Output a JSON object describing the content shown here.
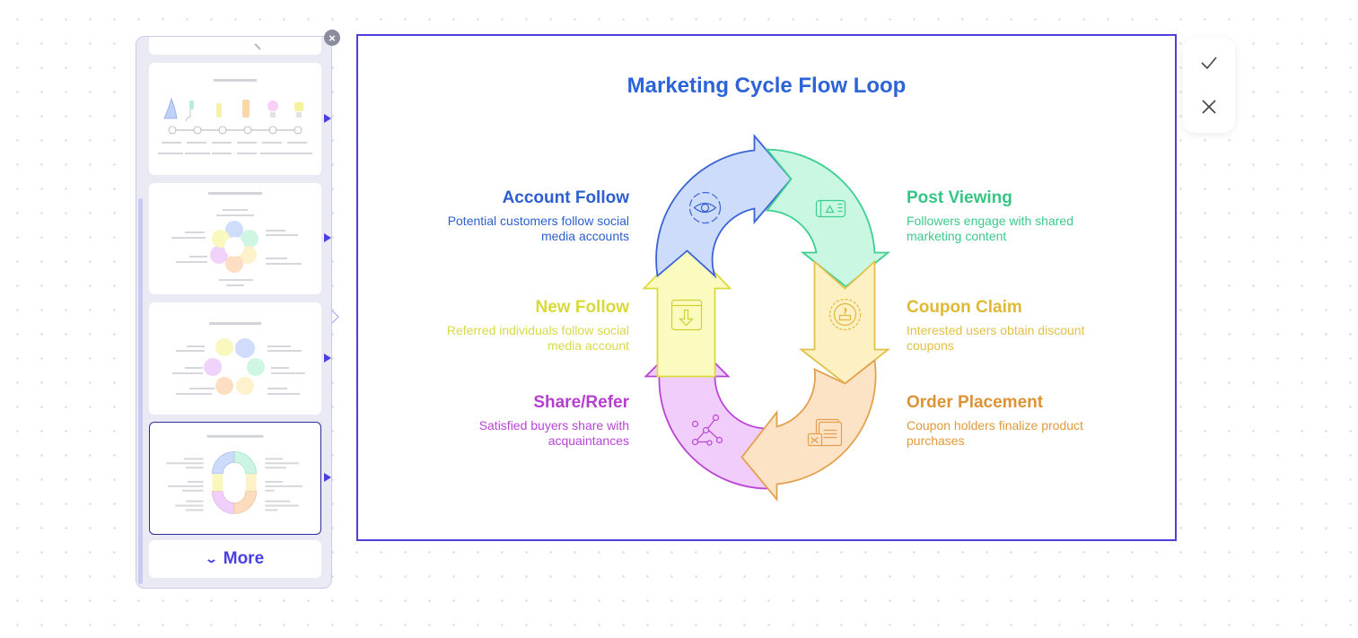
{
  "slides_panel": {
    "close_label": "×",
    "more_label": "More",
    "more_icon": "chevron-down-icon",
    "thumbnails": [
      {
        "name": "slide-partial-top",
        "selected": false
      },
      {
        "name": "slide-timeline-lamps",
        "selected": false
      },
      {
        "name": "slide-hexagon-cycle",
        "selected": false
      },
      {
        "name": "slide-ring-cycle",
        "selected": false
      },
      {
        "name": "slide-marketing-loop",
        "selected": true
      }
    ]
  },
  "canvas": {
    "title": "Marketing Cycle Flow Loop",
    "steps": [
      {
        "id": "account-follow",
        "title": "Account Follow",
        "desc_line1": "Potential customers follow social",
        "desc_line2": "media accounts",
        "icon": "eye-icon",
        "side": "left",
        "color": "#2d5fcf",
        "fill": "#cddcfb",
        "stroke": "#3b63d4"
      },
      {
        "id": "post-viewing",
        "title": "Post Viewing",
        "desc_line1": "Followers engage with shared",
        "desc_line2": "marketing content",
        "icon": "ticket-icon",
        "side": "right",
        "color": "#3cc98a",
        "fill": "#c9f7e2",
        "stroke": "#3ccf8e"
      },
      {
        "id": "new-follow",
        "title": "New Follow",
        "desc_line1": "Referred individuals follow social",
        "desc_line2": "media account",
        "icon": "download-window-icon",
        "side": "left",
        "color": "#d8d93a",
        "fill": "#fbfbbf",
        "stroke": "#dadb3e"
      },
      {
        "id": "coupon-claim",
        "title": "Coupon Claim",
        "desc_line1": "Interested users obtain discount",
        "desc_line2": "coupons",
        "icon": "coupon-badge-icon",
        "side": "right",
        "color": "#e0bb3a",
        "fill": "#fdf0c2",
        "stroke": "#e1c04c"
      },
      {
        "id": "share-refer",
        "title": "Share/Refer",
        "desc_line1": "Satisfied buyers share with",
        "desc_line2": "acquaintances",
        "icon": "share-network-icon",
        "side": "left",
        "color": "#b43fcf",
        "fill": "#f1cdfb",
        "stroke": "#b845d6"
      },
      {
        "id": "order-placement",
        "title": "Order Placement",
        "desc_line1": "Coupon holders finalize product",
        "desc_line2": "purchases",
        "icon": "order-window-icon",
        "side": "right",
        "color": "#e09a3c",
        "fill": "#fde3c6",
        "stroke": "#e3a04e"
      }
    ]
  },
  "actions": {
    "confirm_icon": "check-icon",
    "cancel_icon": "close-icon"
  },
  "colors": {
    "accent": "#4e3fdd",
    "title": "#2d63d8"
  }
}
